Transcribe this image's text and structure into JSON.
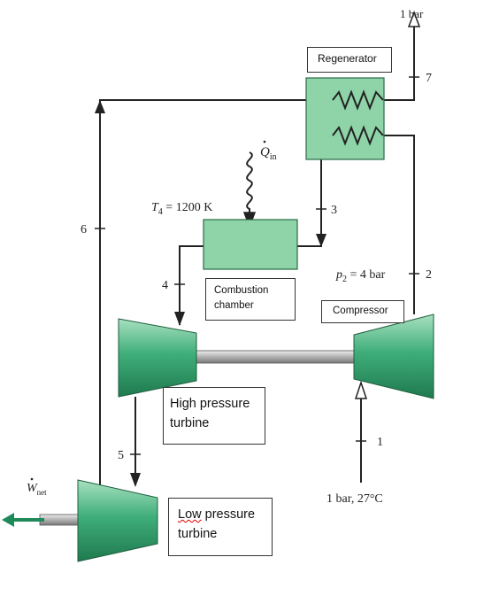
{
  "labels": {
    "regenerator": "Regenerator",
    "combustion_line1": "Combustion",
    "combustion_line2": "chamber",
    "compressor": "Compressor",
    "hpt_line1": "High pressure",
    "hpt_line2": "turbine",
    "lpt_line1_underlined": "Low",
    "lpt_line1_rest": " pressure",
    "lpt_line2": "turbine"
  },
  "annotations": {
    "exhaust_pressure": "1 bar",
    "q_in_symbol": "Q",
    "q_in_subscript": "in",
    "t4": "T",
    "t4_subscript": "4",
    "t4_value": " = 1200 K",
    "p2": "p",
    "p2_subscript": "2",
    "p2_value": " = 4 bar",
    "inlet": "1 bar, 27°C",
    "w_net_symbol": "W",
    "w_net_subscript": "net"
  },
  "state_points": {
    "s1": "1",
    "s2": "2",
    "s3": "3",
    "s4": "4",
    "s5": "5",
    "s6": "6",
    "s7": "7"
  },
  "colors": {
    "component_green": "#8fd3a8",
    "turbine_green": "#3fae7a",
    "work_arrow": "#1e8a5a",
    "pipe": "#222222"
  }
}
